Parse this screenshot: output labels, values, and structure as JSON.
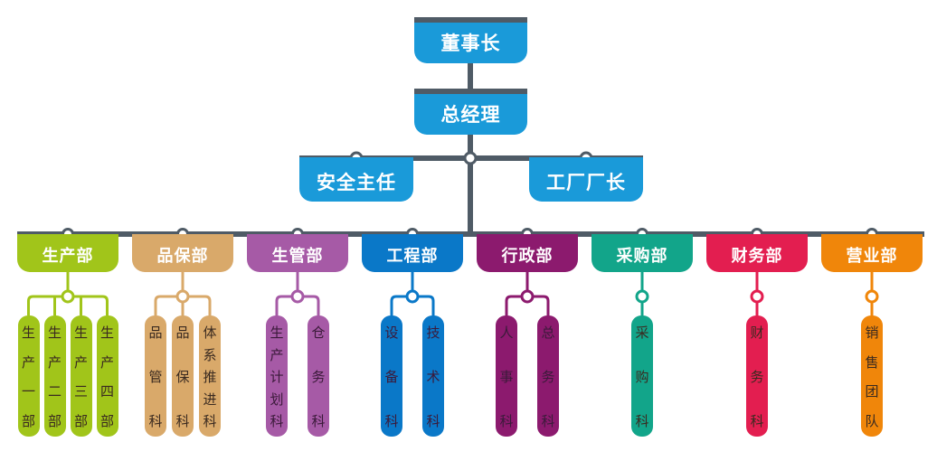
{
  "title": "组织架构图",
  "line_color": "#4f5b66",
  "chairman": {
    "label": "董事长",
    "color": "#1a9ad9"
  },
  "general_manager": {
    "label": "总经理",
    "color": "#1a9ad9"
  },
  "assistants": [
    {
      "label": "安全主任",
      "color": "#1a9ad9"
    },
    {
      "label": "工厂厂长",
      "color": "#1a9ad9"
    }
  ],
  "departments": [
    {
      "label": "生产部",
      "color": "#a1c51a",
      "units": [
        "生产一部",
        "生产二部",
        "生产三部",
        "生产四部"
      ]
    },
    {
      "label": "品保部",
      "color": "#d9a96a",
      "units": [
        "品管科",
        "品保科",
        "体系推进科"
      ]
    },
    {
      "label": "生管部",
      "color": "#a65aa6",
      "units": [
        "生产计划科",
        "仓务科"
      ]
    },
    {
      "label": "工程部",
      "color": "#0a78c8",
      "units": [
        "设备科",
        "技术科"
      ]
    },
    {
      "label": "行政部",
      "color": "#8c1a6e",
      "units": [
        "人事科",
        "总务科"
      ]
    },
    {
      "label": "采购部",
      "color": "#12a58a",
      "units": [
        "采购科"
      ]
    },
    {
      "label": "财务部",
      "color": "#e31e50",
      "units": [
        "财务科"
      ]
    },
    {
      "label": "营业部",
      "color": "#f0860a",
      "units": [
        "销售团队"
      ]
    }
  ]
}
